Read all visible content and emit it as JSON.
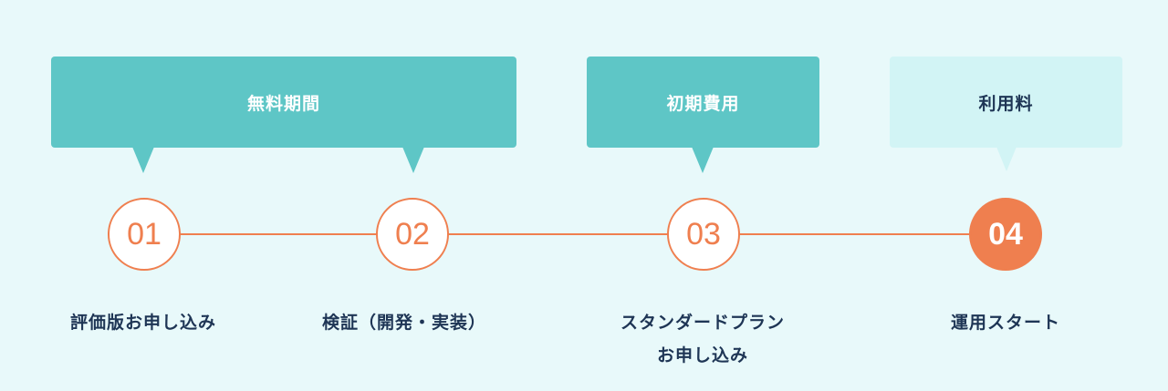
{
  "bubbles": {
    "free_period": "無料期間",
    "initial_cost": "初期費用",
    "usage_fee": "利用料"
  },
  "steps": [
    {
      "number": "01",
      "label": "評価版お申し込み"
    },
    {
      "number": "02",
      "label": "検証（開発・実装）"
    },
    {
      "number": "03",
      "label_line1": "スタンダードプラン",
      "label_line2": "お申し込み"
    },
    {
      "number": "04",
      "label": "運用スタート"
    }
  ],
  "colors": {
    "background": "#e8f9fa",
    "teal": "#5ec6c6",
    "light_teal": "#d2f4f5",
    "orange": "#ef7f4f",
    "navy": "#1e3555"
  }
}
